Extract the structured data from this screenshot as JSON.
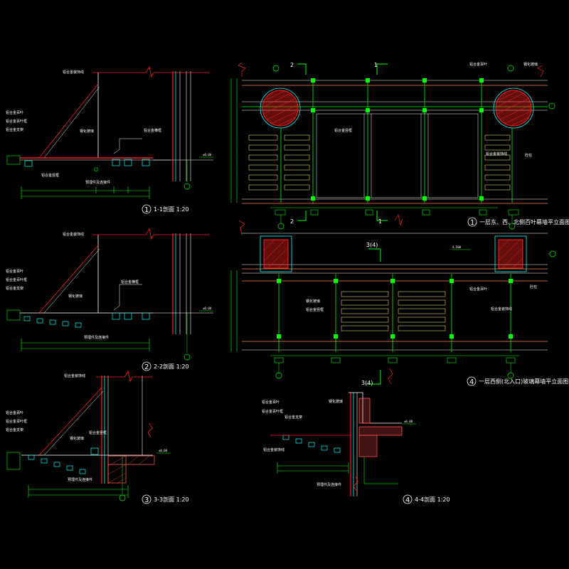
{
  "colors": {
    "background": "#000000",
    "dim_line": "#00ff00",
    "frame": "#ffffff",
    "glass": "#00ffff",
    "accent": "#ff2020",
    "column": "#ff0000",
    "hatch": "#ff5050",
    "mullion": "#00cc00",
    "louver": "#ffff80",
    "structure": "#ff8040"
  },
  "captions": {
    "section_1": {
      "number": "1",
      "title": "1-1剖面 1:20"
    },
    "section_2": {
      "number": "2",
      "title": "2-2剖面 1:20"
    },
    "section_3": {
      "number": "3",
      "title": "3-3剖面 1:20"
    },
    "section_4": {
      "number": "4",
      "title": "4-4剖面 1:20"
    },
    "plan_1": {
      "number": "1",
      "title": "一层东、西、北侧百叶幕墙平立面图 1:50"
    },
    "plan_4": {
      "number": "4",
      "title": "一层西侧(北入口)玻璃幕墙平立面图 1:50"
    }
  },
  "grid_marks": {
    "plan1_top_left": "2",
    "plan1_top_mid": "1",
    "plan1_bottom_left": "2",
    "plan1_bottom_mid": "1",
    "plan4_top": "3(4)",
    "plan4_bottom": "3(4)"
  },
  "notes": {
    "s1": [
      "铝合金装饰线",
      "铝合金百叶",
      "铝合金百叶框",
      "铝合金支架",
      "钢化玻璃",
      "铝合金横框",
      "铝合金竖框",
      "预埋件及连接件"
    ],
    "s2": [
      "铝合金装饰线",
      "铝合金百叶",
      "铝合金百叶框",
      "铝合金支架",
      "钢化玻璃",
      "铝合金横框",
      "预埋件及连接件"
    ],
    "s3": [
      "铝合金装饰线",
      "铝合金百叶",
      "铝合金百叶框",
      "铝合金支架",
      "钢化玻璃",
      "铝合金竖框",
      "预埋件及连接件"
    ],
    "s4": [
      "铝合金百叶",
      "铝合金百叶框",
      "铝合金支架",
      "钢化玻璃",
      "铝合金装饰线",
      "预埋件及连接件"
    ],
    "p1": [
      "铝合金百叶",
      "钢化玻璃",
      "铝合金竖框",
      "铝合金装饰线",
      "砼柱"
    ],
    "p4": [
      "钢化玻璃",
      "铝合金竖框",
      "铝合金百叶",
      "铝合金装饰线",
      "砼柱"
    ]
  },
  "levels": {
    "s1": "±0.00",
    "s2": "±0.00",
    "s3": "±0.00",
    "s4": "±0.00",
    "p4_top": "4.500"
  }
}
